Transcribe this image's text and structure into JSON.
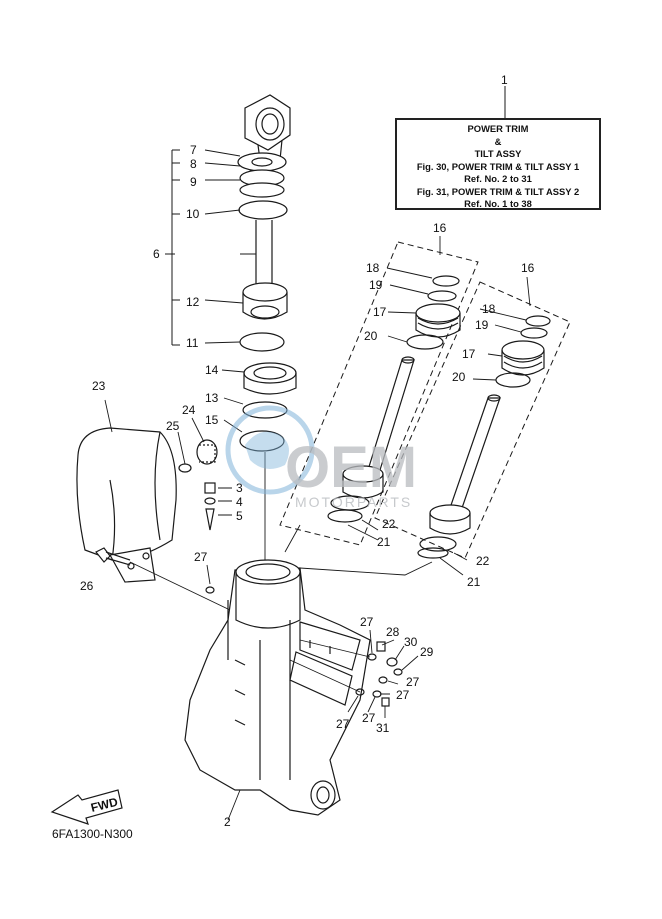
{
  "info_box": {
    "title_line1": "POWER TRIM",
    "title_line2": "&",
    "title_line3": "TILT ASSY",
    "ref_line1": "Fig. 30, POWER TRIM & TILT ASSY 1",
    "ref_line2": "Ref. No. 2 to 31",
    "ref_line3": "Fig. 31, POWER TRIM & TILT ASSY 2",
    "ref_line4": "Ref. No. 1 to 38"
  },
  "diagram_code": "6FA1300-N300",
  "fwd_label": "FWD",
  "watermark": {
    "brand": "OEM",
    "sub": "MOTORPARTS"
  },
  "callouts": {
    "c1": "1",
    "c2": "2",
    "c3": "3",
    "c4": "4",
    "c5": "5",
    "c6": "6",
    "c7": "7",
    "c8": "8",
    "c9": "9",
    "c10": "10",
    "c11": "11",
    "c12": "12",
    "c13": "13",
    "c14": "14",
    "c15": "15",
    "c16a": "16",
    "c16b": "16",
    "c17a": "17",
    "c17b": "17",
    "c18a": "18",
    "c18b": "18",
    "c19a": "19",
    "c19b": "19",
    "c20a": "20",
    "c20b": "20",
    "c21a": "21",
    "c21b": "21",
    "c22a": "22",
    "c22b": "22",
    "c23": "23",
    "c24": "24",
    "c25": "25",
    "c26": "26",
    "c27a": "27",
    "c27b": "27",
    "c27c": "27",
    "c27d": "27",
    "c27e": "27",
    "c27f": "27",
    "c28": "28",
    "c29": "29",
    "c30": "30",
    "c31": "31"
  },
  "colors": {
    "line": "#1a1a1a",
    "watermark_blue": "#7fb3d9",
    "watermark_grey": "#b9bcc0"
  }
}
